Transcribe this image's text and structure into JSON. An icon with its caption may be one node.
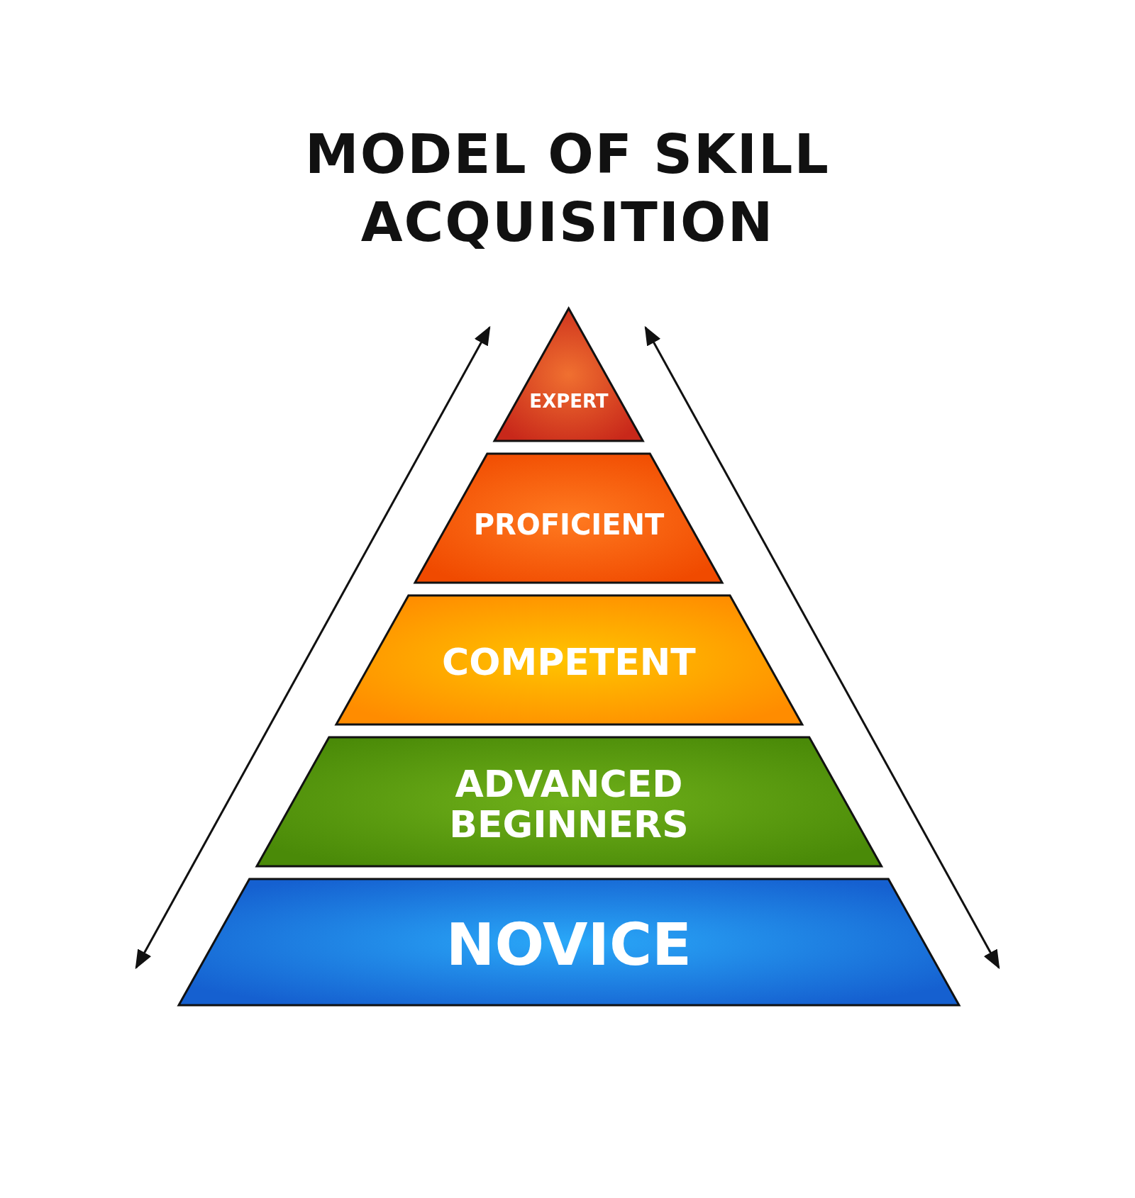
{
  "diagram": {
    "title": "MODEL OF SKILL ACQUISITION",
    "nodes": [
      {
        "text": [
          "EXPERT"
        ]
      },
      {
        "text": [
          "PROFICIENT"
        ]
      },
      {
        "text": [
          "COMPETENT"
        ]
      },
      {
        "text": [
          "ADVANCED BEGINNERS"
        ]
      },
      {
        "text": [
          "NOVICE"
        ]
      }
    ]
  }
}
